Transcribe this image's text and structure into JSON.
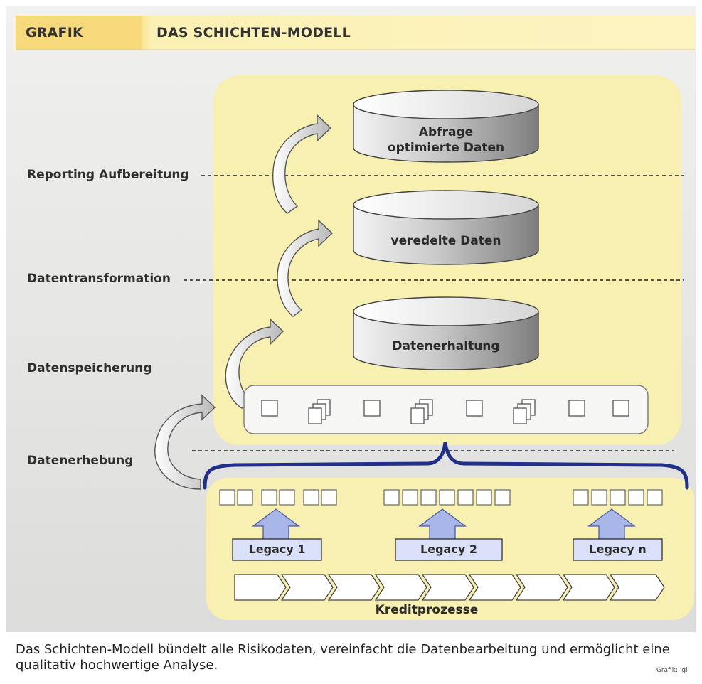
{
  "header": {
    "tag": "GRAFIK",
    "title": "DAS SCHICHTEN-MODELL"
  },
  "layers": {
    "reporting": "Reporting Aufbereitung",
    "transformation": "Datentransformation",
    "storage": "Datenspeicherung",
    "collection": "Datenerhebung"
  },
  "databases": {
    "top_line1": "Abfrage",
    "top_line2": "optimierte Daten",
    "middle": "veredelte Daten",
    "bottom": "Datenerhaltung"
  },
  "legacy": {
    "l1": "Legacy 1",
    "l2": "Legacy 2",
    "ln": "Legacy n"
  },
  "process_label": "Kreditprozesse",
  "caption": "Das Schichten-Modell bündelt alle Risikodaten, vereinfacht die Datenbearbeitung und ermöglicht eine qualitativ hochwertige Analyse.",
  "credit": "Grafik: 'gi'",
  "colors": {
    "header_bar": "#fbeea0",
    "panel_yellow": "#f8f0b0",
    "background_gray": "#e6e6e4",
    "brace_blue": "#1f2f8a",
    "arrow_blue": "#a9b6e8"
  }
}
